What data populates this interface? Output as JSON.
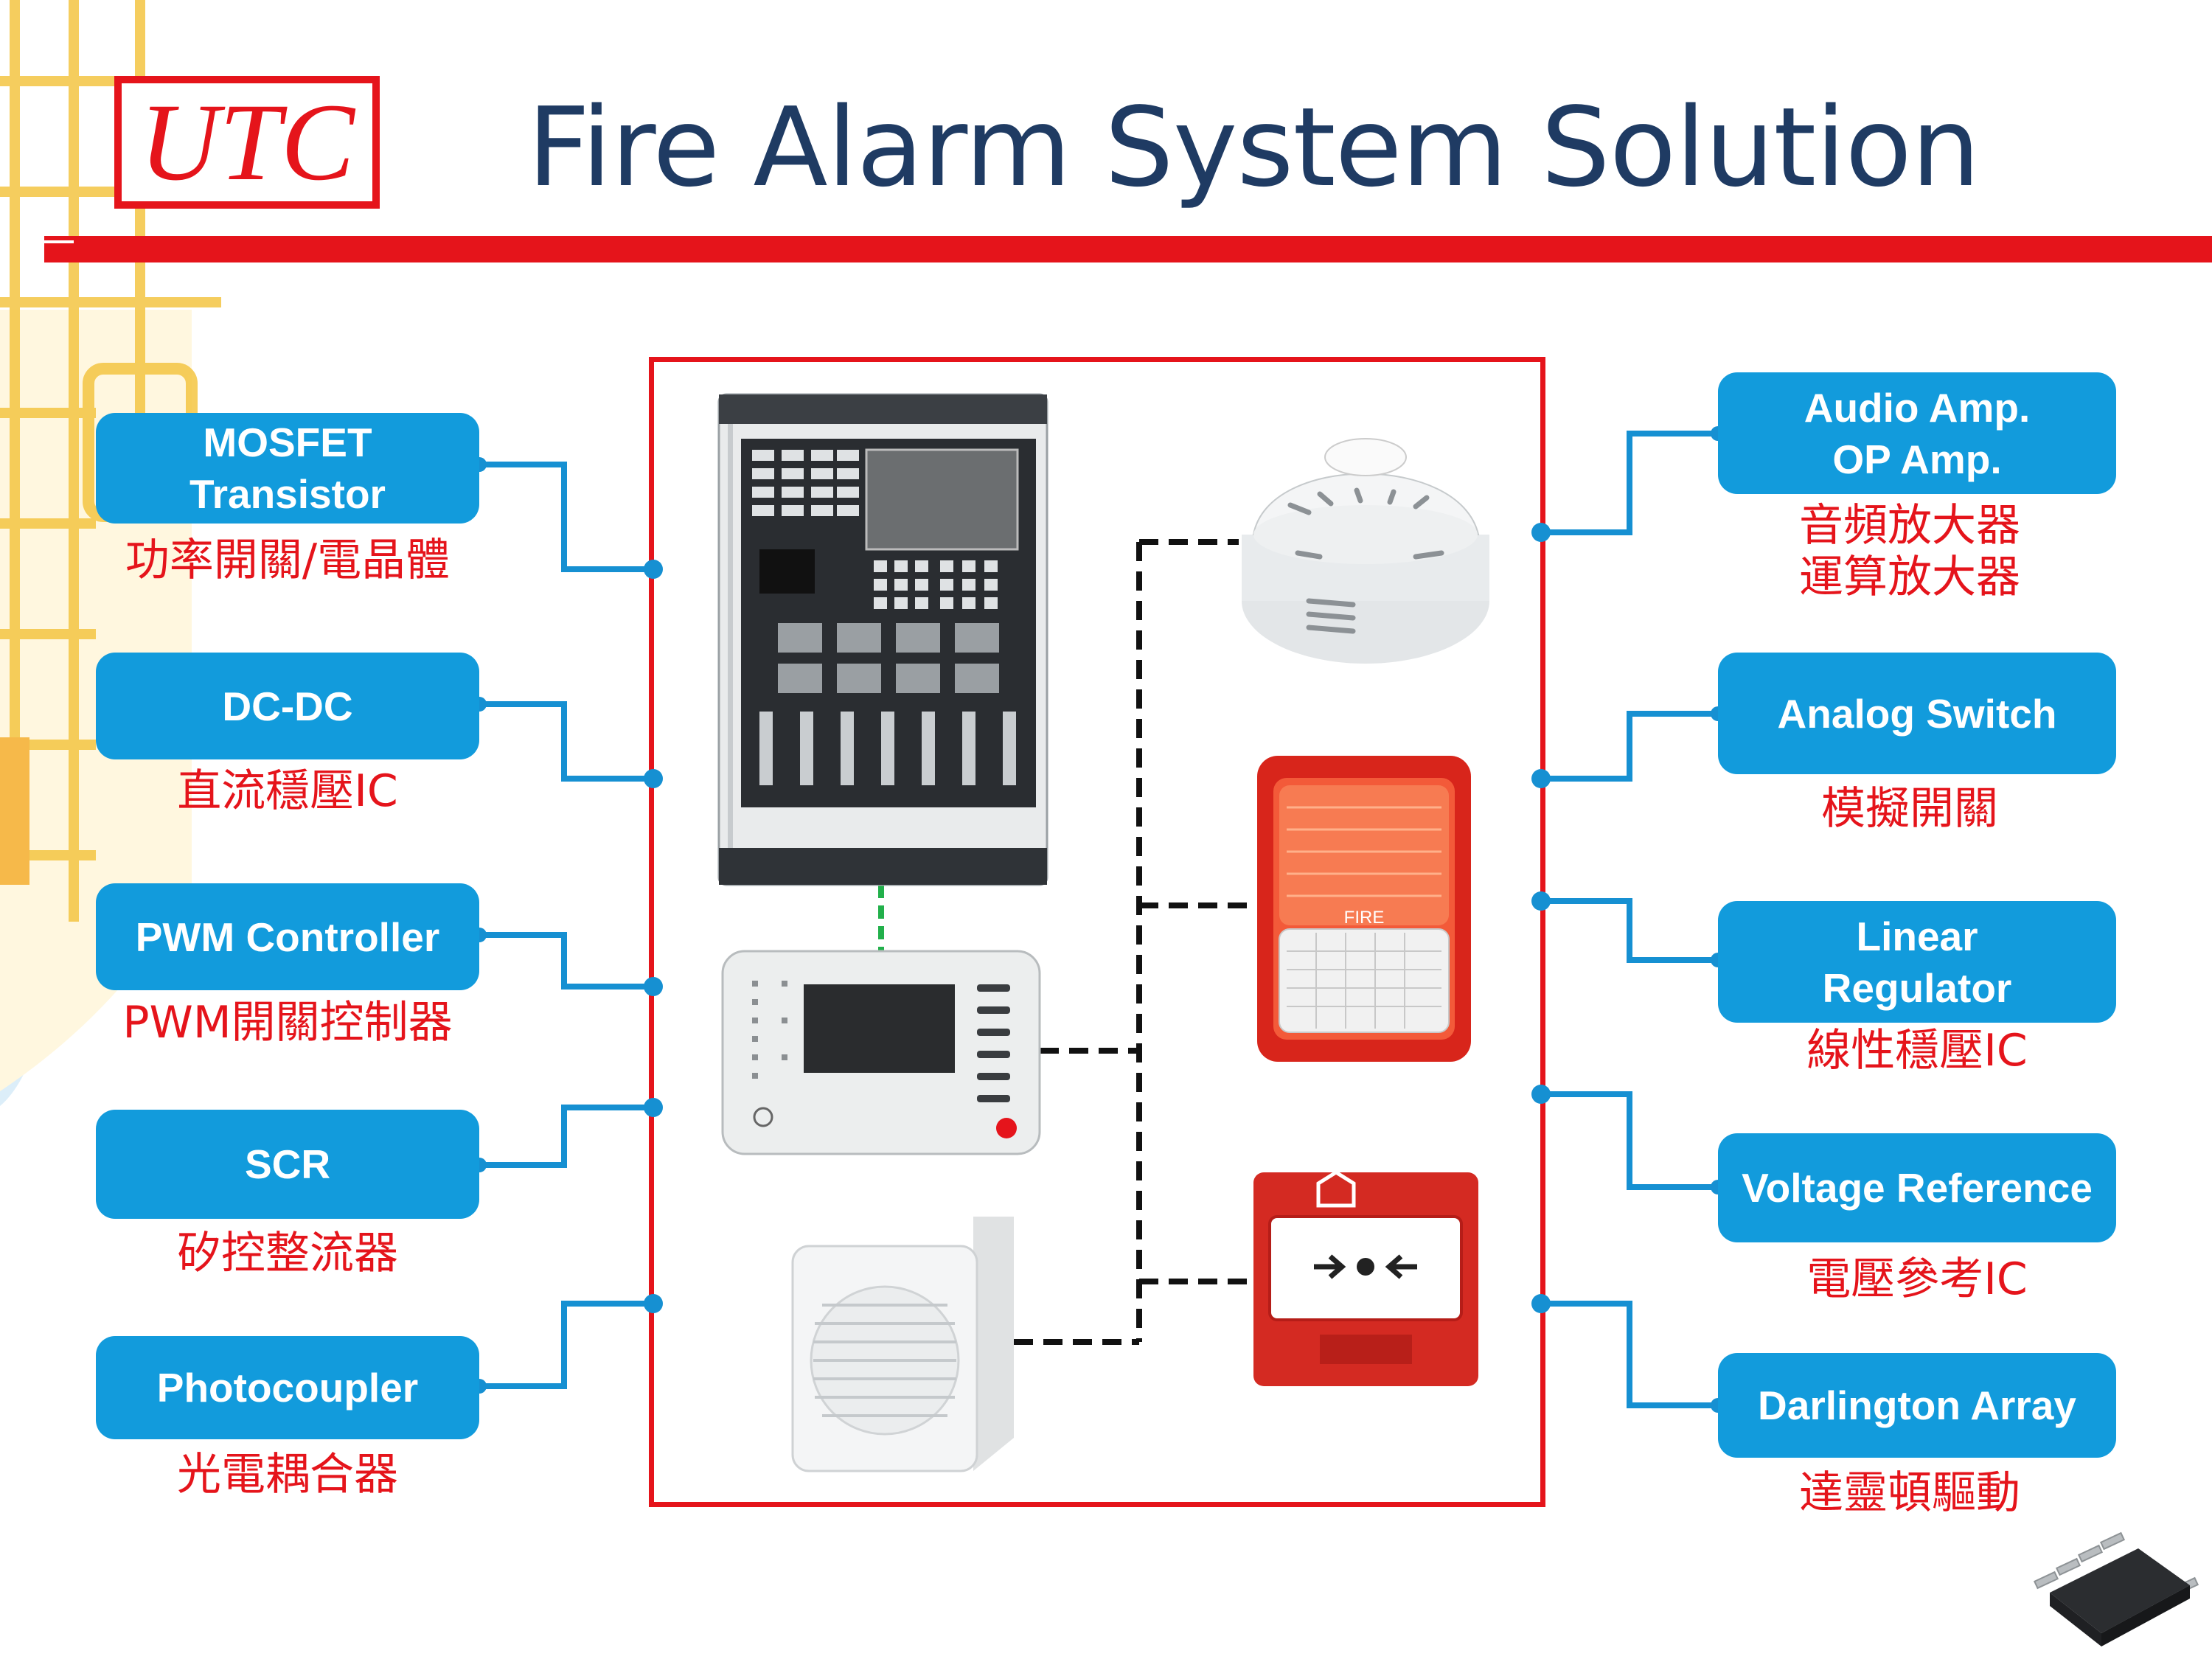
{
  "header": {
    "logo_text": "UTC",
    "title": "Fire Alarm System Solution"
  },
  "left_components": [
    {
      "label": "MOSFET\nTransistor",
      "cn": "功率開關/電晶體"
    },
    {
      "label": "DC-DC",
      "cn": "直流穩壓IC"
    },
    {
      "label": "PWM Controller",
      "cn": "PWM開關控制器"
    },
    {
      "label": "SCR",
      "cn": "矽控整流器"
    },
    {
      "label": "Photocoupler",
      "cn": "光電耦合器"
    }
  ],
  "right_components": [
    {
      "label": "Audio Amp.\nOP Amp.",
      "cn": "音頻放大器\n運算放大器"
    },
    {
      "label": "Analog Switch",
      "cn": "模擬開關"
    },
    {
      "label": "Linear\nRegulator",
      "cn": "線性穩壓IC"
    },
    {
      "label": "Voltage Reference",
      "cn": "電壓參考IC"
    },
    {
      "label": "Darlington Array",
      "cn": "達靈頓驅動"
    }
  ],
  "devices": {
    "strobe_label": "FIRE"
  },
  "colors": {
    "brand_red": "#e5141b",
    "pill_blue": "#129bdc",
    "title_navy": "#1f3b63",
    "connector_blue": "#1690d2",
    "link_green": "#22b04b"
  }
}
